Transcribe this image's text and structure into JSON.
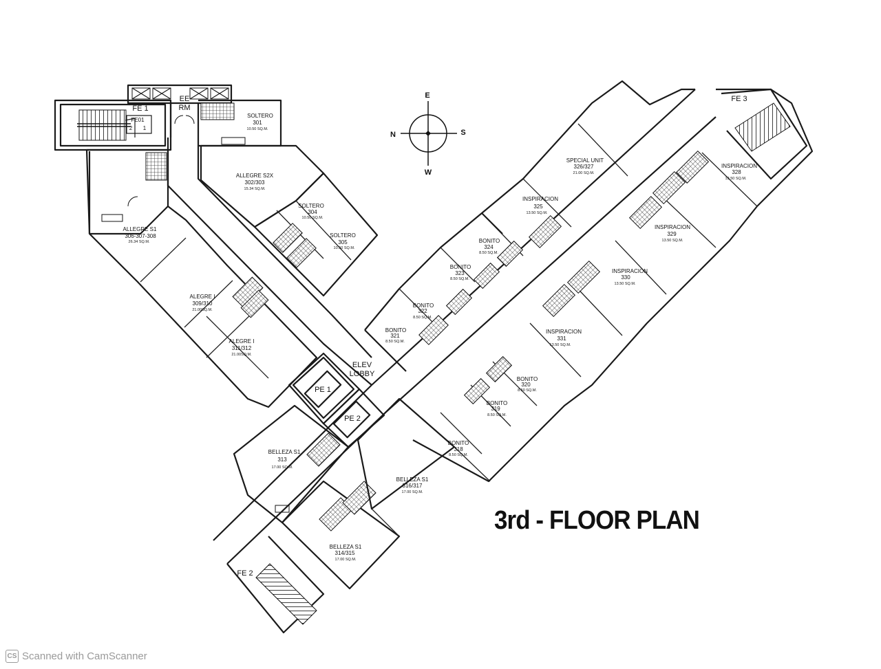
{
  "drawing": {
    "title": "3rd - FLOOR PLAN",
    "compass": {
      "north": "N",
      "south": "S",
      "east": "E",
      "west": "W"
    },
    "watermark": {
      "logo": "CS",
      "text": "Scanned with CamScanner"
    }
  },
  "spaces": {
    "fe1": "FE 1",
    "fe01": "FE01",
    "fe01_a": "2",
    "fe01_b": "1",
    "ee_rm_1": "EE",
    "ee_rm_2": "RM",
    "fe2": "FE 2",
    "fe3": "FE 3",
    "pe1": "PE 1",
    "pe2": "PE 2",
    "elev_lobby_1": "ELEV",
    "elev_lobby_2": "LOBBY"
  },
  "units": [
    {
      "name": "SOLTERO",
      "number": "301",
      "area": "10.50 SQ.M."
    },
    {
      "name": "ALLEGRE S2X",
      "number": "302/303",
      "area": "15.34 SQ.M."
    },
    {
      "name": "SOLTERO",
      "number": "304",
      "area": "10.50 SQ.M."
    },
    {
      "name": "SOLTERO",
      "number": "305",
      "area": "10.50 SQ.M."
    },
    {
      "name": "ALLEGRE S1",
      "number": "306-307-308",
      "area": "26.34 SQ.M."
    },
    {
      "name": "ALEGRE I",
      "number": "309/310",
      "area": "21.00SQ.M."
    },
    {
      "name": "ALEGRE I",
      "number": "311/312",
      "area": "21.00SQ.M."
    },
    {
      "name": "BELLEZA S1",
      "number": "313",
      "area": "17.00 SQ.M."
    },
    {
      "name": "BELLEZA S1",
      "number": "314/315",
      "area": "17.00 SQ.M."
    },
    {
      "name": "BELLEZA S1",
      "number": "316/317",
      "area": "17.00 SQ.M."
    },
    {
      "name": "BONITO",
      "number": "318",
      "area": "8.50 SQ.M."
    },
    {
      "name": "BONITO",
      "number": "319",
      "area": "8.50 SQ.M."
    },
    {
      "name": "BONITO",
      "number": "320",
      "area": "8.50 SQ.M."
    },
    {
      "name": "BONITO",
      "number": "321",
      "area": "8.50 SQ.M."
    },
    {
      "name": "BONITO",
      "number": "322",
      "area": "8.50 SQ.M."
    },
    {
      "name": "BONITO",
      "number": "323",
      "area": "8.50 SQ.M."
    },
    {
      "name": "BONITO",
      "number": "324",
      "area": "8.50 SQ.M."
    },
    {
      "name": "INSPIRACION",
      "number": "325",
      "area": "13.50 SQ.M."
    },
    {
      "name": "SPECIAL UNIT",
      "number": "326/327",
      "area": "21.00 SQ.M."
    },
    {
      "name": "INSPIRACION",
      "number": "328",
      "area": "13.50 SQ.M."
    },
    {
      "name": "INSPIRACION",
      "number": "329",
      "area": "13.50 SQ.M."
    },
    {
      "name": "INSPIRACION",
      "number": "330",
      "area": "13.50 SQ.M."
    },
    {
      "name": "INSPIRACION",
      "number": "331",
      "area": "13.50 SQ.M."
    }
  ]
}
